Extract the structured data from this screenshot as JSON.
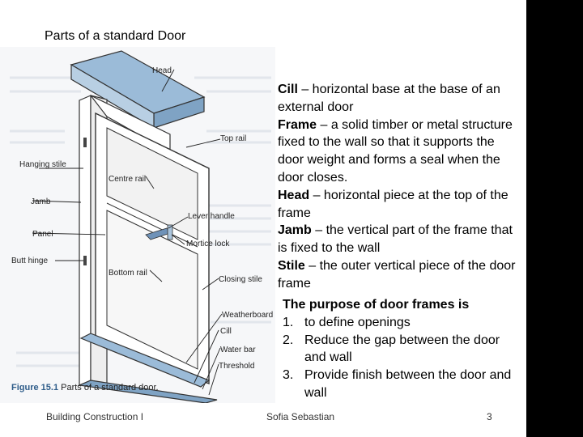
{
  "slide_title": "Parts of a standard Door",
  "definitions": [
    {
      "term": "Cill",
      "text": " – horizontal base at the base of an external door"
    },
    {
      "term": "Frame",
      "text": " – a solid timber or metal structure fixed to the wall so that it supports the door weight and forms a seal when the door closes."
    },
    {
      "term": "Head",
      "text": " – horizontal piece at the top of the frame"
    },
    {
      "term": "Jamb",
      "text": " – the vertical part of the frame that is fixed to the wall"
    },
    {
      "term": "Stile",
      "text": " – the outer vertical piece of the door frame"
    }
  ],
  "purpose": {
    "heading": "The purpose of door frames is",
    "items": [
      {
        "num": "1.",
        "text": "to define openings"
      },
      {
        "num": "2.",
        "text": "Reduce the gap between the door and wall"
      },
      {
        "num": "3.",
        "text": "Provide finish between the door and wall"
      }
    ]
  },
  "figure": {
    "labels": {
      "head": "Head",
      "top_rail": "Top rail",
      "hanging_stile": "Hanging stile",
      "centre_rail": "Centre rail",
      "jamb": "Jamb",
      "lever_handle": "Lever handle",
      "panel": "Panel",
      "mortice_lock": "Mortice lock",
      "butt_hinge": "Butt hinge",
      "bottom_rail": "Bottom rail",
      "closing_stile": "Closing stile",
      "weatherboard": "Weatherboard",
      "cill": "Cill",
      "water_bar": "Water bar",
      "threshold": "Threshold"
    },
    "caption_number": "Figure 15.1",
    "caption_text": " Parts of a standard door."
  },
  "footer": {
    "left": "Building Construction I",
    "center": "Sofia Sebastian",
    "page": "3"
  },
  "colors": {
    "accent_blue": "#9bbbd8",
    "dark_bar": "#000000"
  }
}
